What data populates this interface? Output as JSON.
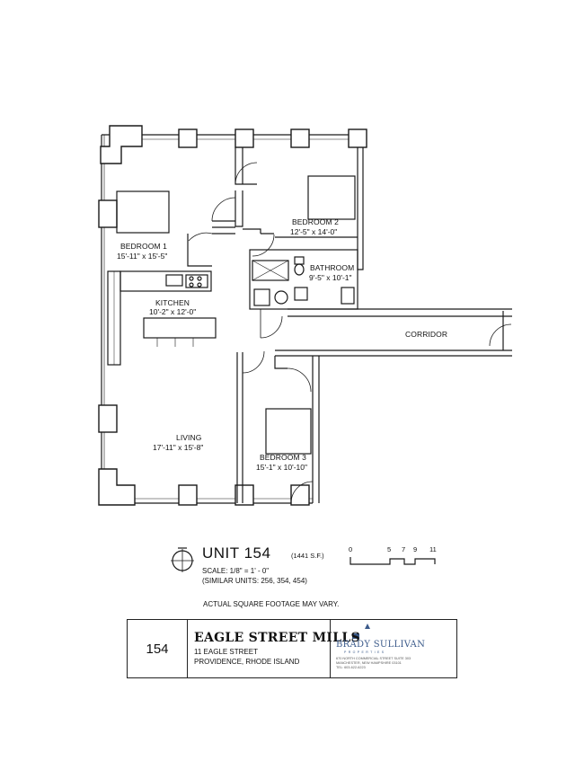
{
  "rooms": {
    "bedroom1": {
      "name": "BEDROOM 1",
      "dims": "15'-11\" x 15'-5\""
    },
    "bedroom2": {
      "name": "BEDROOM 2",
      "dims": "12'-5\" x 14'-0\""
    },
    "bathroom": {
      "name": "BATHROOM",
      "dims": "9'-5\" x 10'-1\""
    },
    "kitchen": {
      "name": "KITCHEN",
      "dims": "10'-2\" x 12'-0\""
    },
    "corridor": {
      "name": "CORRIDOR"
    },
    "living": {
      "name": "LIVING",
      "dims": "17'-11\" x 15'-8\""
    },
    "bedroom3": {
      "name": "BEDROOM 3",
      "dims": "15'-1\" x 10'-10\""
    }
  },
  "unit": {
    "title": "UNIT 154",
    "square_feet": "(1441 S.F.)",
    "scale": "SCALE: 1/8\" = 1' - 0\"",
    "similar_units": "(SIMILAR UNITS: 256, 354, 454)"
  },
  "scale_bar_ticks": [
    "0",
    "5",
    "7",
    "9",
    "11"
  ],
  "disclaimer": "ACTUAL SQUARE FOOTAGE MAY VARY.",
  "title_block": {
    "unit_number": "154",
    "building_name": "EAGLE STREET MILLS",
    "address_line1": "11 EAGLE STREET",
    "address_line2": "PROVIDENCE, RHODE ISLAND",
    "company": "BRADY SULLIVAN",
    "company_tag": "PROPERTIES",
    "company_address1": "670 NORTH COMMERCIAL STREET SUITE 303",
    "company_address2": "MANCHESTER, NEW HAMPSHIRE 03101",
    "company_phone": "TEL: 603-622-6223"
  },
  "colors": {
    "line": "#1a1a1a",
    "brand": "#3b5a8a"
  }
}
